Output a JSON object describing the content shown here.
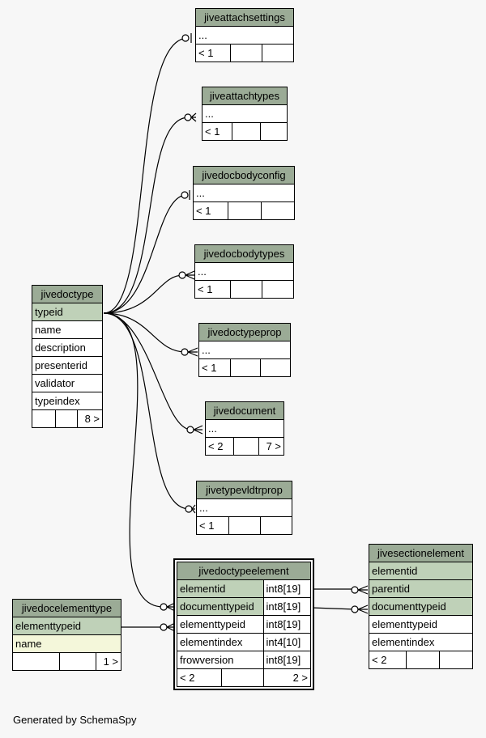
{
  "diagram": {
    "footer": "Generated by SchemaSpy",
    "colors": {
      "header": "#9bab96",
      "key": "#bfd1b8",
      "fk": "#f4f7da",
      "background": "#f7f7f7"
    },
    "tables": {
      "jiveattachsettings": {
        "name": "jiveattachsettings",
        "rows": [
          "..."
        ],
        "footer": [
          "< 1",
          "",
          ""
        ]
      },
      "jiveattachtypes": {
        "name": "jiveattachtypes",
        "rows": [
          "..."
        ],
        "footer": [
          "< 1",
          "",
          ""
        ]
      },
      "jivedocbodyconfig": {
        "name": "jivedocbodyconfig",
        "rows": [
          "..."
        ],
        "footer": [
          "< 1",
          "",
          ""
        ]
      },
      "jivedocbodytypes": {
        "name": "jivedocbodytypes",
        "rows": [
          "..."
        ],
        "footer": [
          "< 1",
          "",
          ""
        ]
      },
      "jivedoctypeprop": {
        "name": "jivedoctypeprop",
        "rows": [
          "..."
        ],
        "footer": [
          "< 1",
          "",
          ""
        ]
      },
      "jivedocument": {
        "name": "jivedocument",
        "rows": [
          "..."
        ],
        "footer": [
          "< 2",
          "",
          "7 >"
        ]
      },
      "jivetypevldtrprop": {
        "name": "jivetypevldtrprop",
        "rows": [
          "..."
        ],
        "footer": [
          "< 1",
          "",
          ""
        ]
      },
      "jivedoctype": {
        "name": "jivedoctype",
        "rows": [
          "typeid",
          "name",
          "description",
          "presenterid",
          "validator",
          "typeindex"
        ],
        "footer": [
          "",
          "",
          "8 >"
        ]
      },
      "jivedocelementtype": {
        "name": "jivedocelementtype",
        "rows": [
          "elementtypeid",
          "name"
        ],
        "footer": [
          "",
          "",
          "1 >"
        ]
      },
      "jivedoctypeelement": {
        "name": "jivedoctypeelement",
        "rows": [
          {
            "col": "elementid",
            "type": "int8[19]"
          },
          {
            "col": "documenttypeid",
            "type": "int8[19]"
          },
          {
            "col": "elementtypeid",
            "type": "int8[19]"
          },
          {
            "col": "elementindex",
            "type": "int4[10]"
          },
          {
            "col": "frowversion",
            "type": "int8[19]"
          }
        ],
        "footer": [
          "< 2",
          "",
          "2 >"
        ]
      },
      "jivesectionelement": {
        "name": "jivesectionelement",
        "rows": [
          "elementid",
          "parentid",
          "documenttypeid",
          "elementtypeid",
          "elementindex"
        ],
        "footer": [
          "< 2",
          "",
          ""
        ]
      }
    }
  }
}
